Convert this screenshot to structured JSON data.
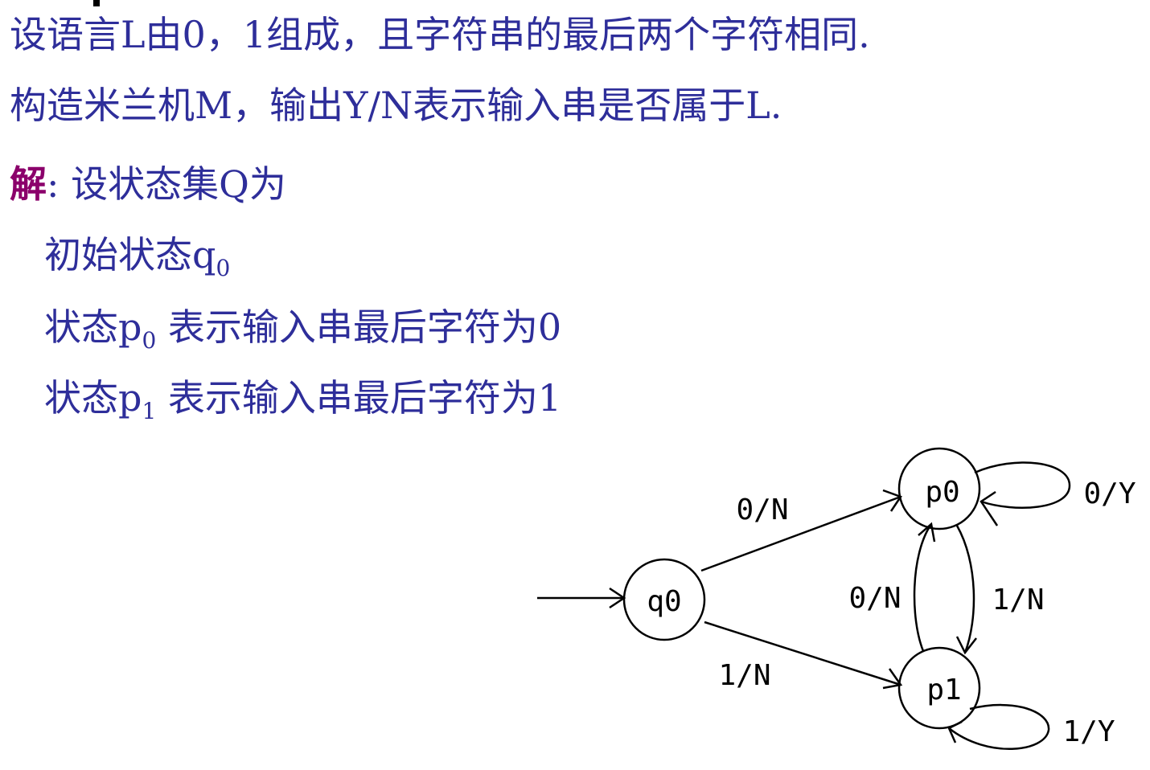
{
  "problem": {
    "line1": "设语言L由0，1组成，且字符串的最后两个字符相同.",
    "line2": "构造米兰机M，输出Y/N表示输入串是否属于L."
  },
  "solution": {
    "label": "解",
    "sep": ": ",
    "intro": "设状态集Q为",
    "init_text": "初始状态q",
    "init_sub": "0",
    "p0_prefix": "状态p",
    "p0_sub": "0",
    "p0_text": " 表示输入串最后字符为0",
    "p1_prefix": "状态p",
    "p1_sub": "1",
    "p1_text": " 表示输入串最后字符为1"
  },
  "diagram": {
    "states": {
      "q0": "q0",
      "p0": "p0",
      "p1": "p1"
    },
    "transitions": {
      "q0_p0": "0/N",
      "q0_p1": "1/N",
      "p0_loop": "0/Y",
      "p1_loop": "1/Y",
      "p1_p0": "0/N",
      "p0_p1": "1/N"
    }
  }
}
